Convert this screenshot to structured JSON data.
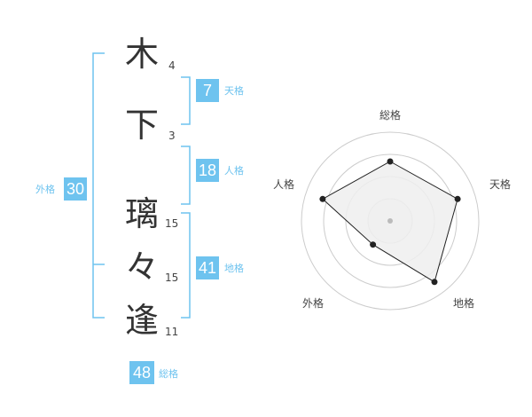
{
  "name": {
    "characters": [
      {
        "char": "木",
        "strokes": "4"
      },
      {
        "char": "下",
        "strokes": "3"
      },
      {
        "char": "璃",
        "strokes": "15"
      },
      {
        "char": "々",
        "strokes": "15"
      },
      {
        "char": "逢",
        "strokes": "11"
      }
    ]
  },
  "fortunes": {
    "tenkaku": {
      "value": "7",
      "label": "天格"
    },
    "jinkaku": {
      "value": "18",
      "label": "人格"
    },
    "chikaku": {
      "value": "41",
      "label": "地格"
    },
    "gaikaku": {
      "value": "30",
      "label": "外格"
    },
    "soukaku": {
      "value": "48",
      "label": "総格"
    }
  },
  "radar": {
    "labels": {
      "top": "総格",
      "right": "天格",
      "bottom_right": "地格",
      "bottom_left": "外格",
      "left": "人格"
    },
    "chart_data": {
      "type": "radar",
      "axes": [
        "総格",
        "天格",
        "地格",
        "外格",
        "人格"
      ],
      "values": [
        0.67,
        0.8,
        0.85,
        0.33,
        0.8
      ],
      "range": [
        0,
        1
      ],
      "rings": 4,
      "colors": {
        "fill": "#eeeeee",
        "stroke": "#222222",
        "ring": "#cccccc",
        "inner_fill": "#f4f4f4",
        "center_dot": "#bbbbbb"
      }
    }
  },
  "colors": {
    "accent": "#6ec3ef",
    "text": "#333333"
  }
}
